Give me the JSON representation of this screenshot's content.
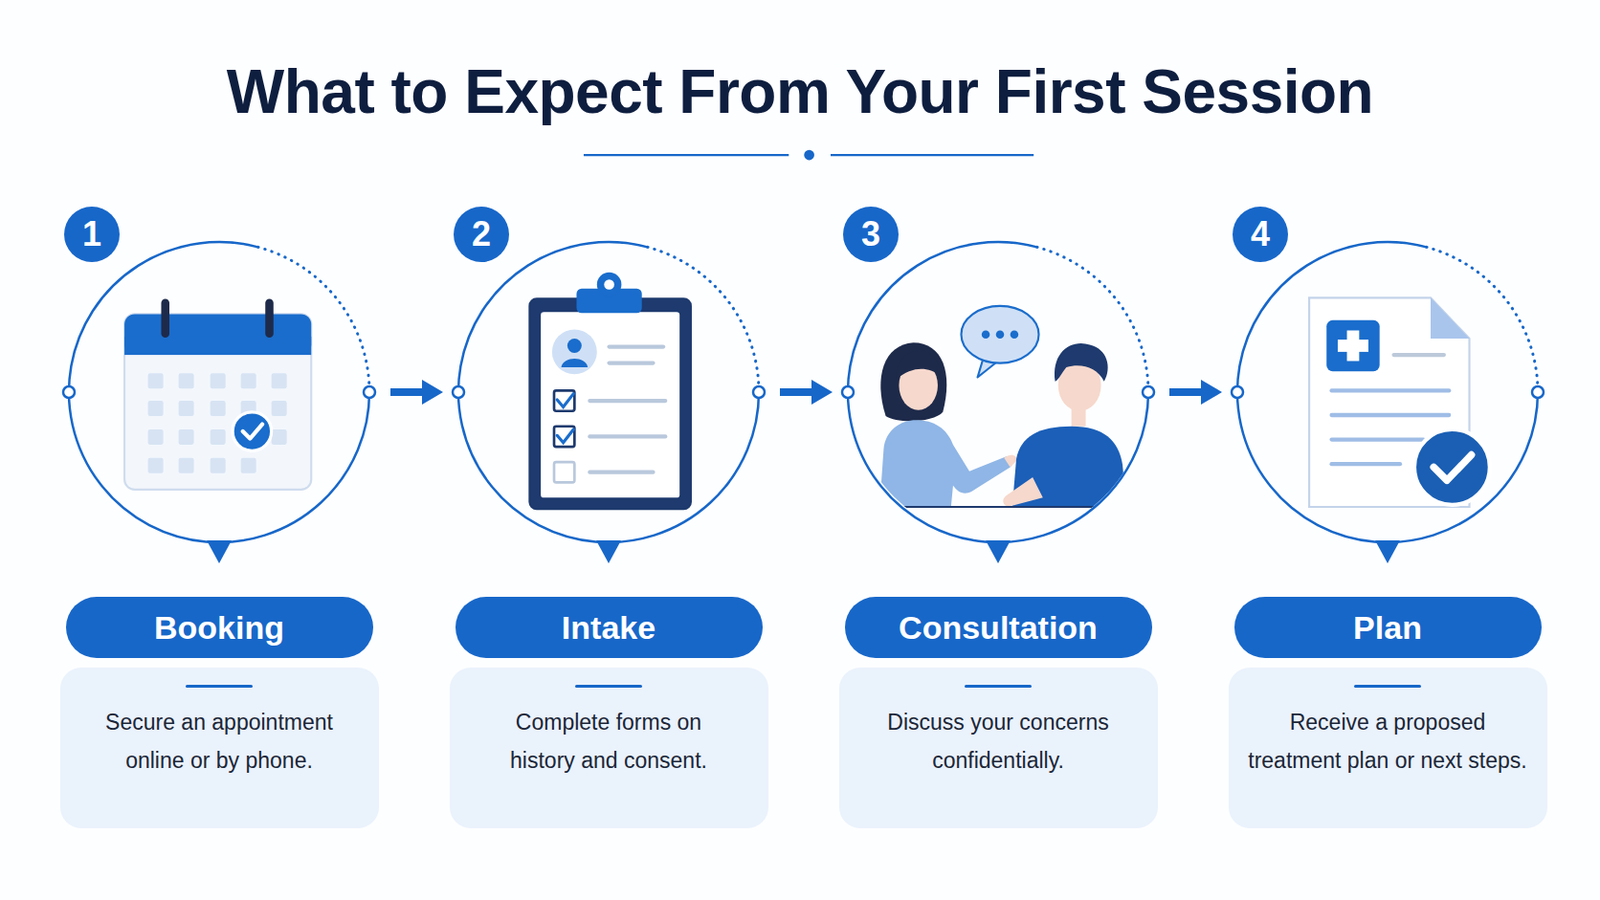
{
  "diagram": {
    "title": "What to Expect From Your First Session",
    "nodes": [
      {
        "text": [
          "1"
        ]
      },
      {
        "text": [
          "Booking",
          "Secure an appointment online or by phone."
        ]
      },
      {
        "text": [
          "2"
        ]
      },
      {
        "text": [
          "Intake",
          "Complete forms on history and consent."
        ]
      },
      {
        "text": [
          "3"
        ]
      },
      {
        "text": [
          "Consultation",
          "Discuss your concerns confidentially."
        ]
      },
      {
        "text": [
          "4"
        ]
      },
      {
        "text": [
          "Plan",
          "Receive a proposed treatment plan or next steps."
        ]
      }
    ],
    "edges": [
      {
        "from": 0,
        "to": 2,
        "arrow": "to"
      },
      {
        "from": 2,
        "to": 4,
        "arrow": "to"
      },
      {
        "from": 4,
        "to": 6,
        "arrow": "to"
      }
    ]
  }
}
